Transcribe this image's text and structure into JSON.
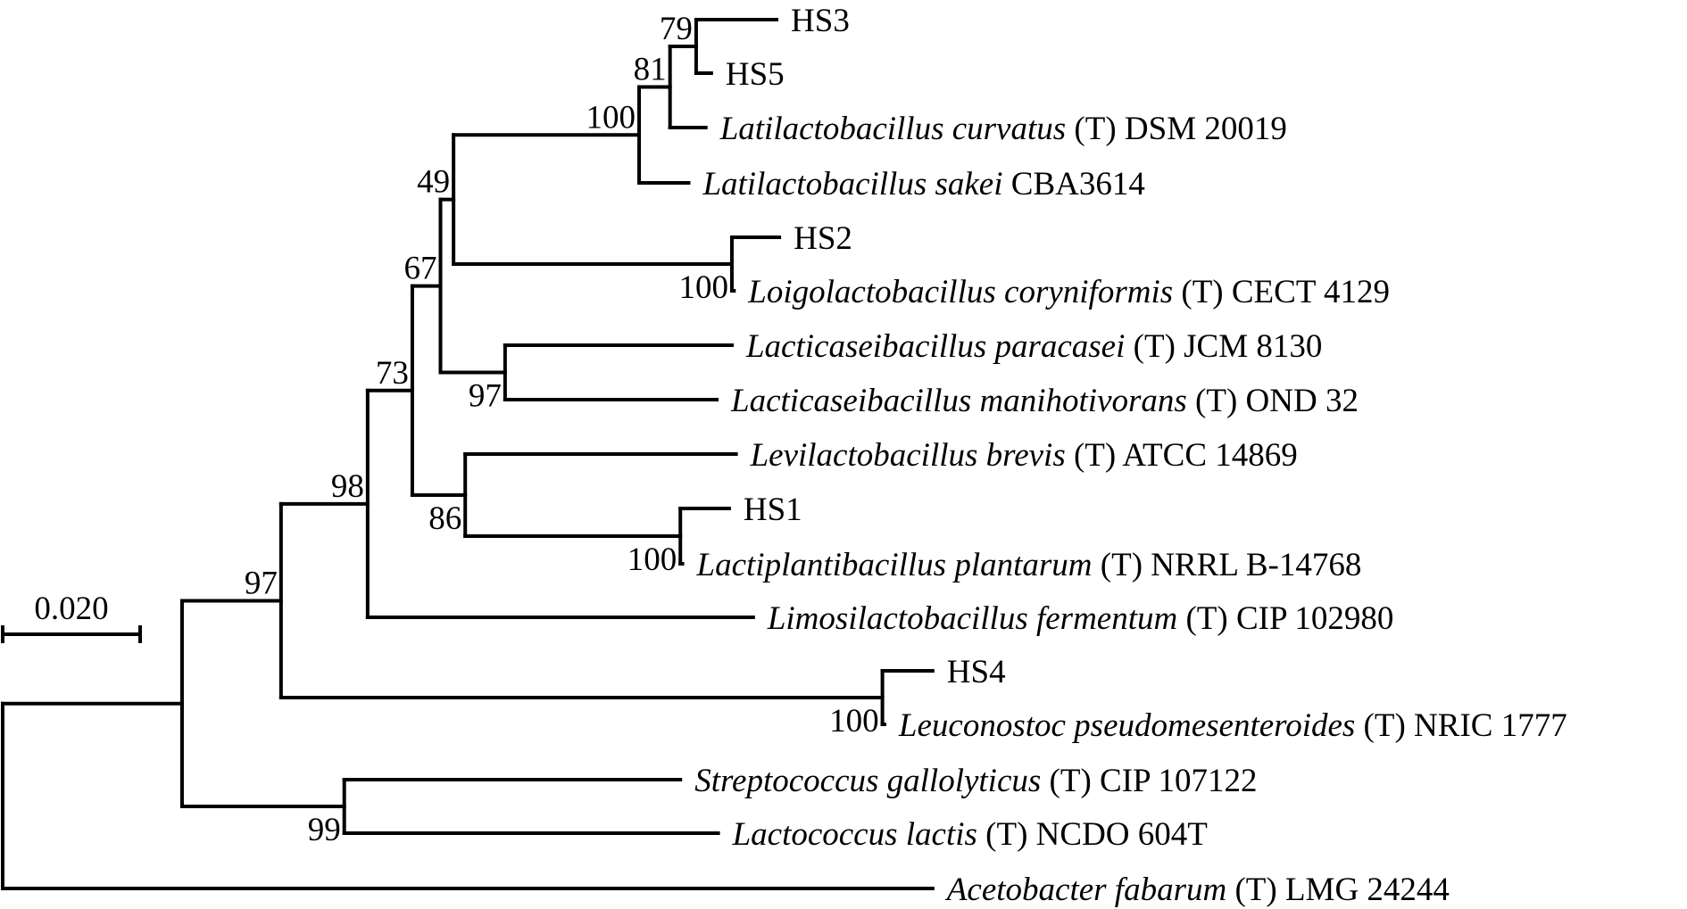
{
  "figure": {
    "type": "phylogenetic-tree",
    "description": "Neighbor-joining style rectangular phylogram of lactic acid bacteria isolates HS1–HS5 with reference strains",
    "colors": {
      "line": "#000000",
      "text": "#000000",
      "background": "#ffffff"
    }
  },
  "scale_bar": {
    "label": "0.020",
    "length": 0.02
  },
  "tree": {
    "id": "root",
    "length": 0,
    "children": [
      {
        "id": "n_a",
        "length": 0.0261,
        "children": [
          {
            "id": "n_97a",
            "support": "97",
            "length": 0.0144,
            "children": [
              {
                "id": "n_98",
                "support": "98",
                "length": 0.0126,
                "children": [
                  {
                    "id": "n_73",
                    "support": "73",
                    "length": 0.0065,
                    "children": [
                      {
                        "id": "n_67",
                        "support": "67",
                        "length": 0.0041,
                        "children": [
                          {
                            "id": "n_49",
                            "support": "49",
                            "length": 0.0019,
                            "children": [
                              {
                                "id": "n_100a",
                                "support": "100",
                                "length": 0.027,
                                "children": [
                                  {
                                    "id": "n_81",
                                    "support": "81",
                                    "length": 0.0045,
                                    "children": [
                                      {
                                        "id": "n_79",
                                        "support": "79",
                                        "length": 0.0038,
                                        "children": [
                                          {
                                            "id": "hs3",
                                            "length": 0.0117,
                                            "label": {
                                              "italic": "",
                                              "plain": "HS3"
                                            }
                                          },
                                          {
                                            "id": "hs5",
                                            "length": 0.0022,
                                            "label": {
                                              "italic": "",
                                              "plain": "HS5"
                                            }
                                          }
                                        ]
                                      },
                                      {
                                        "id": "curvatus",
                                        "length": 0.0052,
                                        "label": {
                                          "italic": "Latilactobacillus curvatus",
                                          "plain": " (T) DSM 20019"
                                        }
                                      }
                                    ]
                                  },
                                  {
                                    "id": "sakei",
                                    "length": 0.0072,
                                    "label": {
                                      "italic": "Latilactobacillus sakei",
                                      "plain": " CBA3614"
                                    }
                                  }
                                ]
                              },
                              {
                                "id": "n_100b",
                                "support": "100",
                                "length": 0.0405,
                                "children": [
                                  {
                                    "id": "hs2",
                                    "length": 0.0069,
                                    "label": {
                                      "italic": "",
                                      "plain": "HS2"
                                    }
                                  },
                                  {
                                    "id": "coryniformis",
                                    "length": 0.0003,
                                    "label": {
                                      "italic": "Loigolactobacillus coryniformis",
                                      "plain": " (T) CECT 4129"
                                    }
                                  }
                                ]
                              }
                            ]
                          },
                          {
                            "id": "n_97b",
                            "support": "97",
                            "length": 0.0094,
                            "children": [
                              {
                                "id": "paracasei",
                                "length": 0.033,
                                "label": {
                                  "italic": "Lacticaseibacillus paracasei",
                                  "plain": " (T) JCM 8130"
                                }
                              },
                              {
                                "id": "manihotivorans",
                                "length": 0.0308,
                                "label": {
                                  "italic": "Lacticaseibacillus manihotivorans",
                                  "plain": " (T) OND 32"
                                }
                              }
                            ]
                          }
                        ]
                      },
                      {
                        "id": "n_86",
                        "support": "86",
                        "length": 0.0077,
                        "children": [
                          {
                            "id": "brevis",
                            "length": 0.0394,
                            "label": {
                              "italic": "Levilactobacillus brevis",
                              "plain": " (T) ATCC 14869"
                            }
                          },
                          {
                            "id": "n_100c",
                            "support": "100",
                            "length": 0.0313,
                            "children": [
                              {
                                "id": "hs1",
                                "length": 0.0071,
                                "label": {
                                  "italic": "",
                                  "plain": "HS1"
                                }
                              },
                              {
                                "id": "plantarum",
                                "length": 0.0003,
                                "label": {
                                  "italic": "Lactiplantibacillus plantarum",
                                  "plain": " (T) NRRL B-14768"
                                }
                              }
                            ]
                          }
                        ]
                      }
                    ]
                  },
                  {
                    "id": "fermentum",
                    "length": 0.0561,
                    "label": {
                      "italic": "Limosilactobacillus fermentum",
                      "plain": " (T) CIP 102980"
                    }
                  }
                ]
              },
              {
                "id": "n_100d",
                "support": "100",
                "length": 0.0875,
                "children": [
                  {
                    "id": "hs4",
                    "length": 0.0073,
                    "label": {
                      "italic": "",
                      "plain": "HS4"
                    }
                  },
                  {
                    "id": "pseudomesenteroides",
                    "length": 0.0003,
                    "label": {
                      "italic": "Leuconostoc pseudomesenteroides",
                      "plain": " (T) NRIC 1777"
                    }
                  }
                ]
              }
            ]
          },
          {
            "id": "n_99",
            "support": "99",
            "length": 0.0236,
            "children": [
              {
                "id": "gallolyticus",
                "length": 0.0489,
                "label": {
                  "italic": "Streptococcus gallolyticus",
                  "plain": " (T) CIP 107122"
                }
              },
              {
                "id": "lactis",
                "length": 0.0544,
                "label": {
                  "italic": "Lactococcus lactis",
                  "plain": " (T) NCDO 604T"
                }
              }
            ]
          }
        ]
      },
      {
        "id": "fabarum",
        "length": 0.1353,
        "label": {
          "italic": "Acetobacter fabarum",
          "plain": " (T) LMG 24244"
        }
      }
    ]
  }
}
